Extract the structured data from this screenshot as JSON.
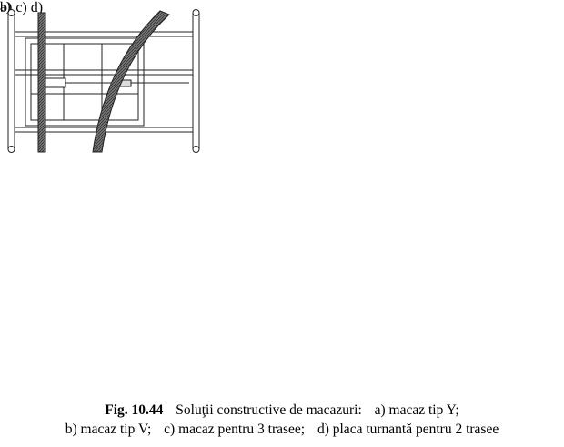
{
  "figure": {
    "panels": [
      {
        "id": "a",
        "label": "a)"
      },
      {
        "id": "b",
        "label": "b)"
      },
      {
        "id": "c",
        "label": "c)"
      },
      {
        "id": "d",
        "label": "d)"
      }
    ],
    "caption": {
      "number": "Fig. 10.44",
      "title": "Soluţii constructive de macazuri:",
      "items": [
        "a) macaz tip Y;",
        "b) macaz tip V;",
        "c) macaz pentru 3 trasee;",
        "d) placa turnantă pentru 2 trasee"
      ]
    }
  }
}
